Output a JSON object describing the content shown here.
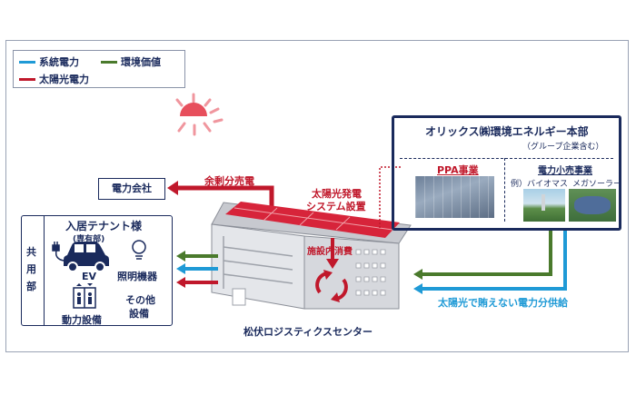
{
  "legend": {
    "grid_power": "系統電力",
    "env_value": "環境価値",
    "solar_power": "太陽光電力"
  },
  "colors": {
    "grid": "#1f9ad6",
    "env": "#4a7a2c",
    "solar": "#c0182b",
    "navy": "#1a2a5c"
  },
  "power_company": "電力会社",
  "surplus_label": "余剰分売電",
  "solar_system_line1": "太陽光発電",
  "solar_system_line2": "システム設置",
  "onsite_label": "施設内消費",
  "building_name": "松伏ロジスティクスセンター",
  "tenant": {
    "common_area": [
      "共",
      "用",
      "部"
    ],
    "title": "入居テナント様",
    "subtitle": "(専有部)",
    "ev": "EV",
    "lighting": "照明機器",
    "power_equipment": "動力設備",
    "other_line1": "その他",
    "other_line2": "設備"
  },
  "orix": {
    "title": "オリックス㈱環境エネルギー本部",
    "subtitle": "（グループ企業含む）",
    "ppa": "PPA事業",
    "retail": "電力小売事業",
    "example": "例）",
    "biomass": "バイオマス",
    "mega_solar": "メガソーラー"
  },
  "supply_label": "太陽光で賄えない電力分供給"
}
